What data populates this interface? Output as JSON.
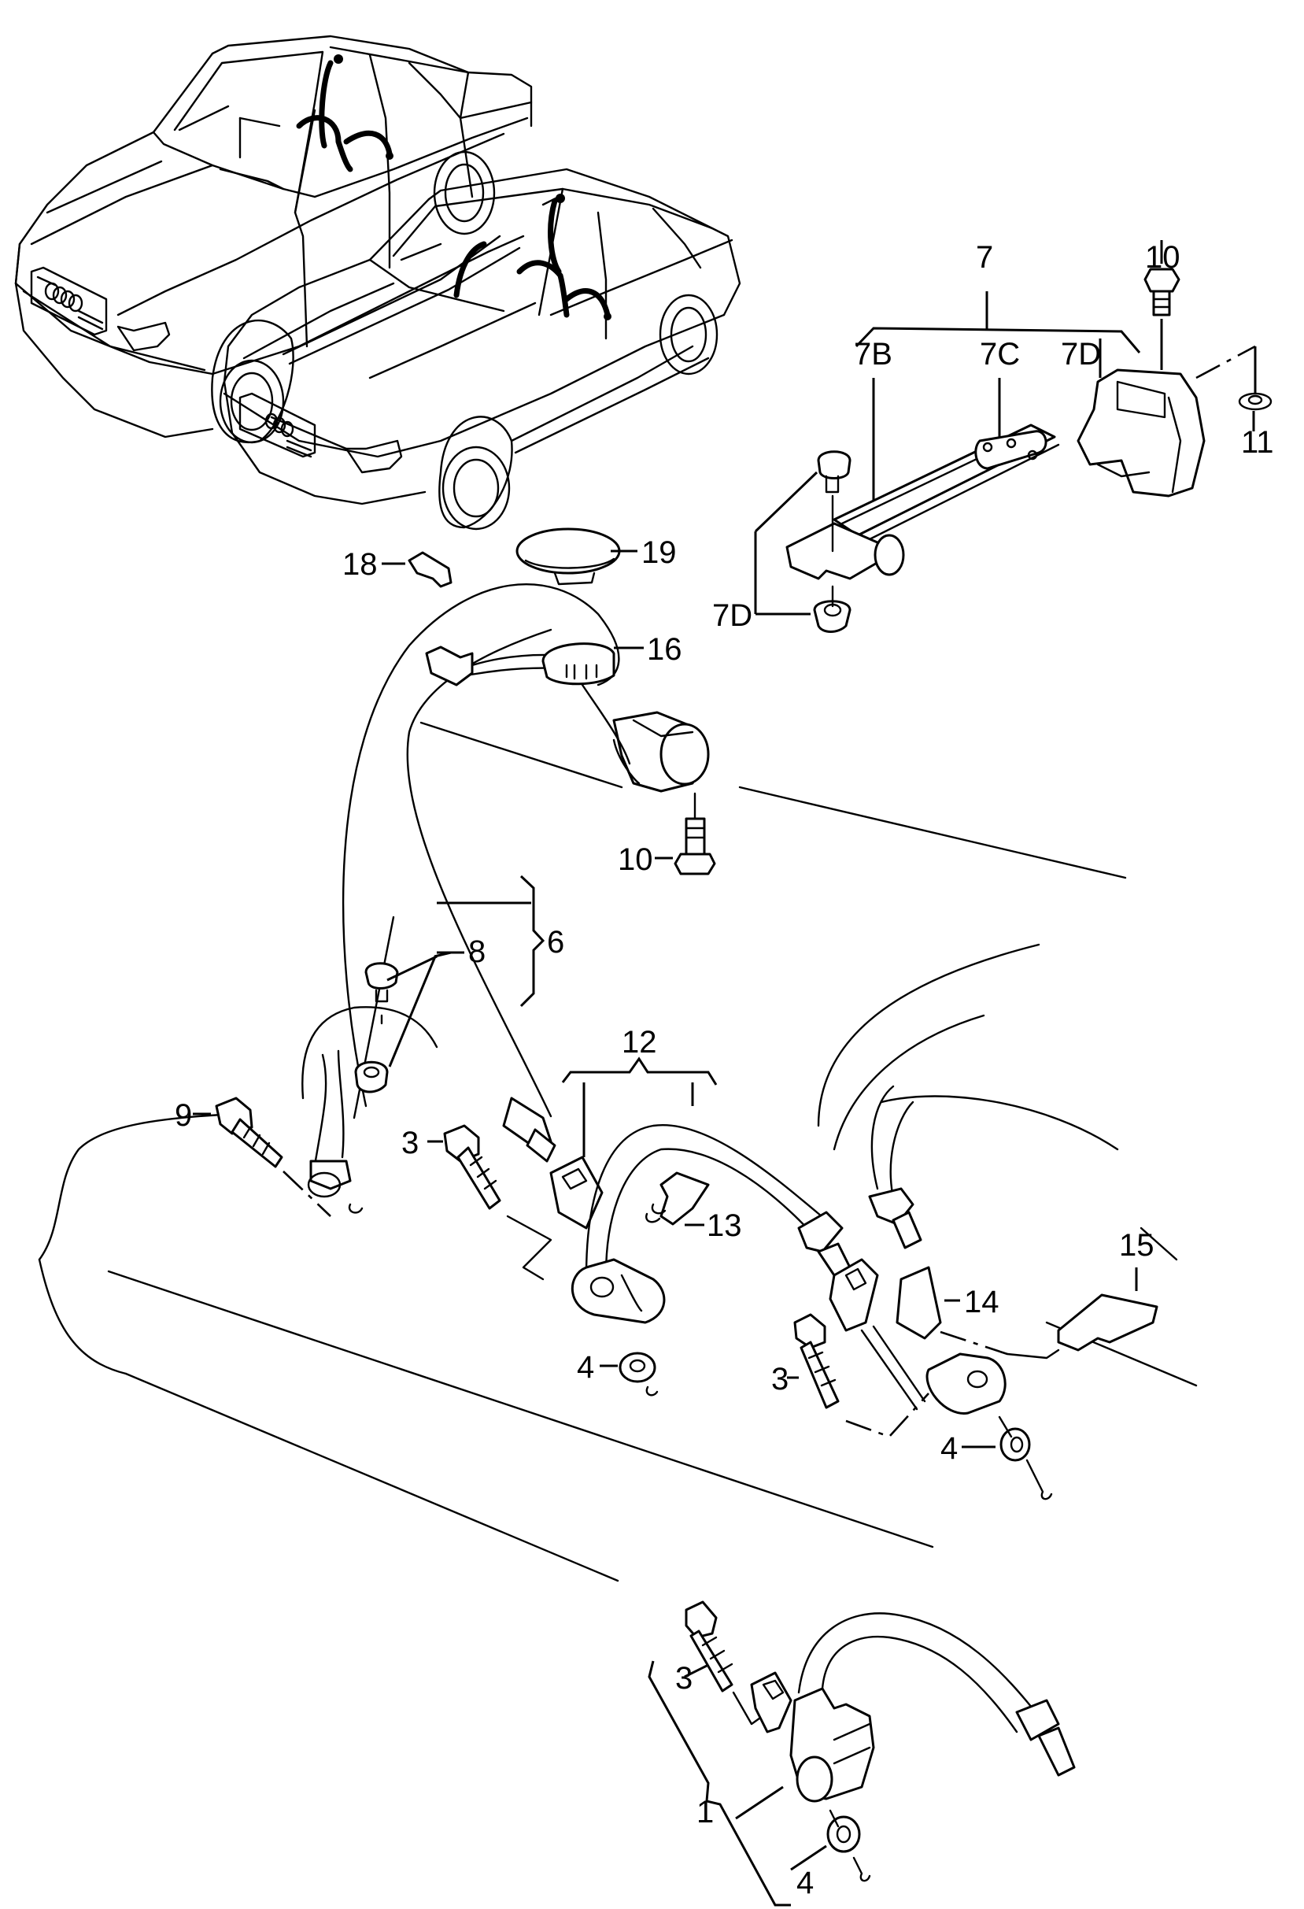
{
  "diagram": {
    "title": "Seat belt assembly exploded view",
    "vehicles": [
      "sedan",
      "estate / wagon"
    ],
    "callouts": {
      "c1": "1",
      "c3a": "3",
      "c3b": "3",
      "c3c": "3",
      "c4a": "4",
      "c4b": "4",
      "c4c": "4",
      "c6": "6",
      "c7": "7",
      "c7b": "7B",
      "c7c": "7C",
      "c7d_top": "7D",
      "c7d_low": "7D",
      "c8": "8",
      "c9": "9",
      "c10_top": "10",
      "c10_mid": "10",
      "c11": "11",
      "c12": "12",
      "c13": "13",
      "c14": "14",
      "c15": "15",
      "c16": "16",
      "c18": "18",
      "c19": "19"
    },
    "parts": [
      {
        "id": "1",
        "name": "rear center belt buckle assembly"
      },
      {
        "id": "3",
        "name": "hex bolt"
      },
      {
        "id": "4",
        "name": "washer"
      },
      {
        "id": "6",
        "name": "rear three-point belt"
      },
      {
        "id": "7",
        "name": "height adjuster rail",
        "subparts": [
          "7B",
          "7C",
          "7D"
        ]
      },
      {
        "id": "8",
        "name": "trim clip / grommet"
      },
      {
        "id": "9",
        "name": "hex bolt"
      },
      {
        "id": "10",
        "name": "bolt"
      },
      {
        "id": "11",
        "name": "washer"
      },
      {
        "id": "12",
        "name": "buckle pair"
      },
      {
        "id": "13",
        "name": "spacer plate"
      },
      {
        "id": "14",
        "name": "buckle"
      },
      {
        "id": "15",
        "name": "spacer plate"
      },
      {
        "id": "16",
        "name": "cable tie"
      },
      {
        "id": "18",
        "name": "clip"
      },
      {
        "id": "19",
        "name": "cap"
      }
    ]
  }
}
